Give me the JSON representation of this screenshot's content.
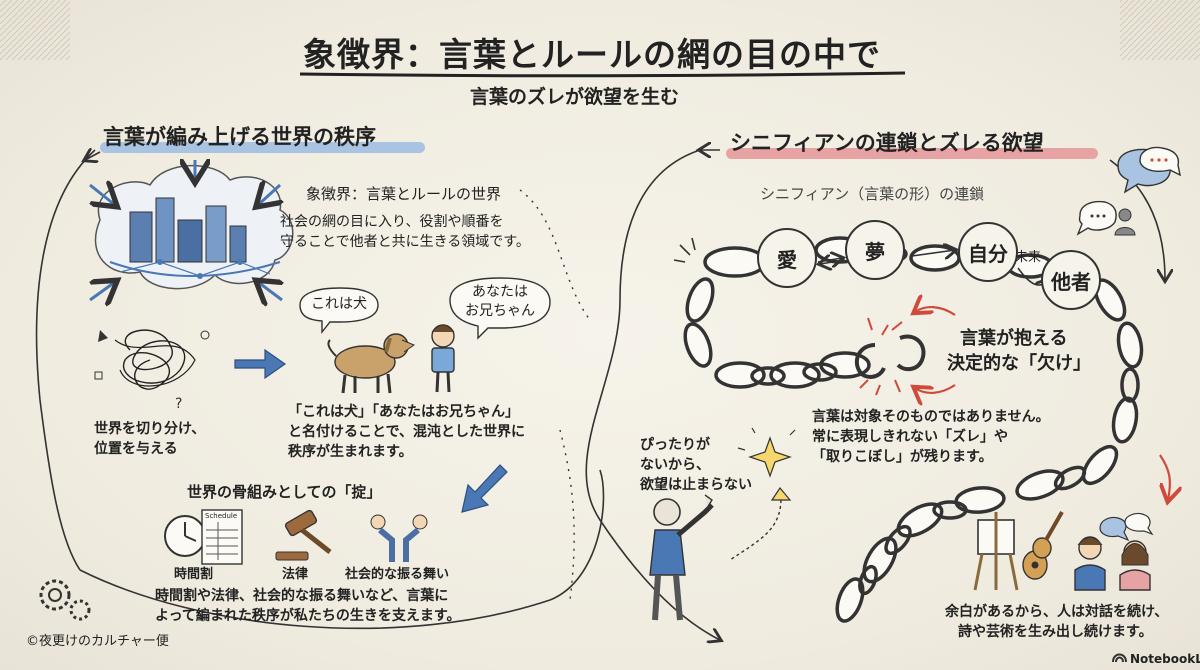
{
  "title": "象徴界：言葉とルールの網の目の中で",
  "subtitle": "言葉のズレが欲望を生む",
  "left": {
    "heading": "言葉が編み上げる世界の秩序",
    "world_title": "象徴界：言葉とルールの世界",
    "world_desc_1": "社会の網の目に入り、役割や順番を",
    "world_desc_2": "守ることで他者と共に生きる領域です。",
    "chaos_label_1": "世界を切り分け、",
    "chaos_label_2": "位置を与える",
    "bubble_dog": "これは犬",
    "bubble_brother_1": "あなたは",
    "bubble_brother_2": "お兄ちゃん",
    "naming_1": "「これは犬」「あなたはお兄ちゃん」",
    "naming_2": "と名付けることで、混沌とした世界に",
    "naming_3": "秩序が生まれます。",
    "law_heading": "世界の骨組みとしての「掟」",
    "schedule_sign": "Schedule",
    "icon_label_schedule": "時間割",
    "icon_label_law": "法律",
    "icon_label_manners": "社会的な振る舞い",
    "law_desc_1": "時間割や法律、社会的な振る舞いなど、言葉に",
    "law_desc_2": "よって編まれた秩序が私たちの生きを支えます。"
  },
  "right": {
    "heading": "シニフィアンの連鎖とズレる欲望",
    "chain_title": "シニフィアン（言葉の形）の連鎖",
    "nodes": [
      "愛",
      "夢",
      "自分",
      "他者"
    ],
    "future_label": "未来",
    "lack_1": "言葉が抱える",
    "lack_2": "決定的な「欠け」",
    "desc_1": "言葉は対象そのものではありません。",
    "desc_2": "常に表現しきれない「ズレ」や",
    "desc_3": "「取りこぼし」が残ります。",
    "desire_1": "ぴったりが",
    "desire_2": "ないから、",
    "desire_3": "欲望は止まらない",
    "margin_1": "余白があるから、人は対話を続け、",
    "margin_2": "詩や芸術を生み出し続けます。"
  },
  "credit": "©夜更けのカルチャー便",
  "brand": "NotebookLM",
  "colors": {
    "blue_accent": "#4a78b5",
    "blue_highlight": "#a9c3e3",
    "red_highlight": "#e7a3a3",
    "red_accent": "#d04a3c"
  }
}
